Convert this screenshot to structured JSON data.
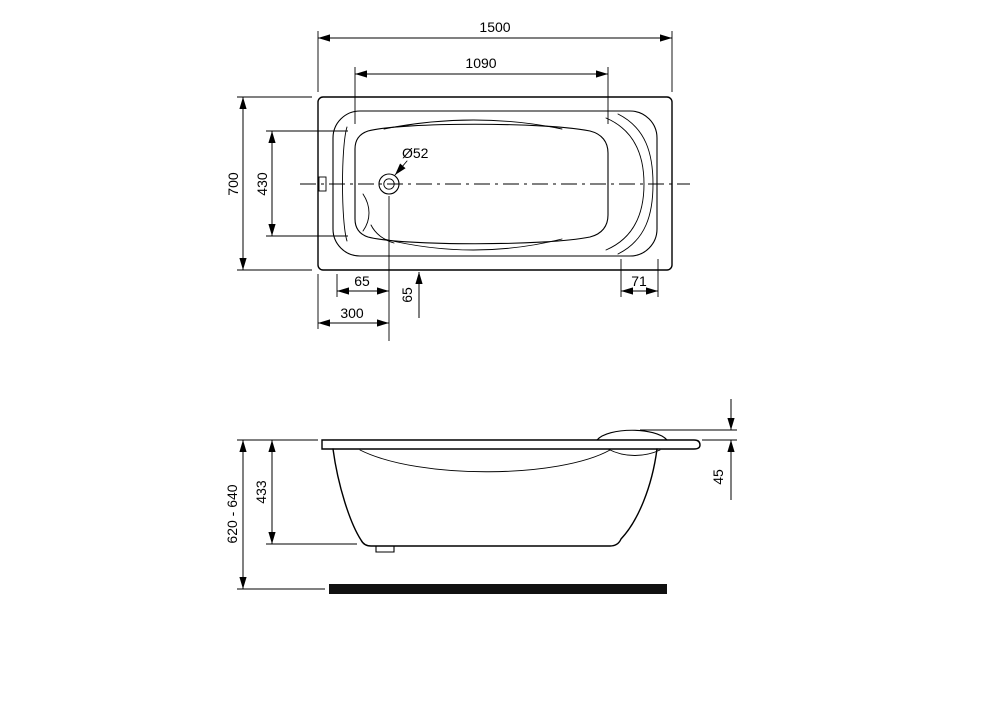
{
  "page": {
    "background": "#ffffff",
    "line_color": "#000000",
    "plinth_color": "#111111"
  },
  "top_view": {
    "overall_length": "1500",
    "basin_length": "1090",
    "overall_width": "700",
    "basin_width": "430",
    "drain_diameter": "Ø52",
    "drain_offset_left": "65",
    "drain_offset_down": "65",
    "drain_from_left_edge": "300",
    "right_end_margin": "71"
  },
  "side_view": {
    "installed_height": "620 - 640",
    "tub_height": "433",
    "headrest_rise": "45"
  }
}
